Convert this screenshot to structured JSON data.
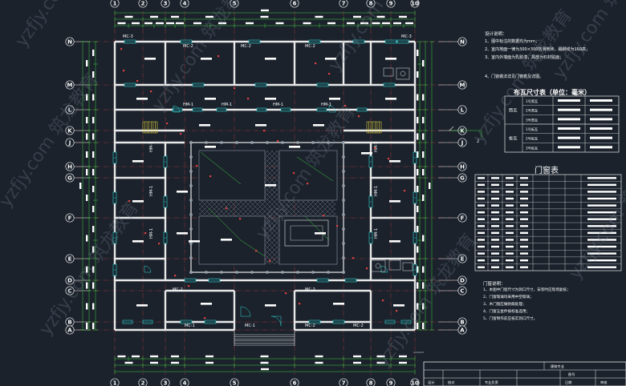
{
  "plan": {
    "grid_rows": [
      "N",
      "M",
      "L",
      "K",
      "J",
      "H",
      "G",
      "F",
      "E",
      "D",
      "C",
      "B",
      "A"
    ],
    "grid_cols": [
      "1",
      "2",
      "3",
      "4",
      "5",
      "6",
      "7",
      "8",
      "9",
      "10"
    ],
    "section_marker": "2"
  },
  "notes": {
    "heading": "设计说明：",
    "items": [
      "1、图中标注的数据均为mm；",
      "2、室内地面一律为300×300防滑地砖，踢脚线为150高；",
      "3、室内外墙面为乳胶漆，局部为石材贴面；",
      "4、门窗做法详见门窗表及详图。"
    ]
  },
  "brick_table": {
    "title": "布瓦尺寸表（单位：毫米）",
    "rows": [
      {
        "group": "筒瓦",
        "name": "1号筒瓦"
      },
      {
        "group": "筒瓦",
        "name": "2号筒瓦"
      },
      {
        "group": "筒瓦",
        "name": "3号筒瓦"
      },
      {
        "group": "板瓦",
        "name": "1号板瓦"
      },
      {
        "group": "板瓦",
        "name": "2号板瓦"
      },
      {
        "group": "板瓦",
        "name": "3号板瓦"
      }
    ]
  },
  "window_table": {
    "title": "门窗表",
    "row_count": 14
  },
  "window_notes": {
    "heading": "门窗说明：",
    "items": [
      "1、本图中门窗尺寸为洞口尺寸，安装时应现场复核；",
      "2、门窗玻璃均采用中空玻璃；",
      "3、木门窗应做防腐处理；",
      "4、门窗五金件按标准选用；",
      "5、门窗制作前应核实洞口尺寸。"
    ]
  },
  "title_block": {
    "cells": [
      "建筑专业",
      "图号",
      "设计",
      "校对",
      "专业负责",
      "日期",
      "审核"
    ]
  },
  "labels": {
    "door_tags": [
      "MC-3",
      "MC-2",
      "MC-2",
      "MC-2",
      "MC-3",
      "HM-1",
      "HM-1",
      "HM-1",
      "HM-1",
      "MC-2",
      "MC-2",
      "MC-1",
      "MC-1",
      "MC-2",
      "MC-2"
    ]
  },
  "watermark": "yzfjy.com 筑龙教育"
}
